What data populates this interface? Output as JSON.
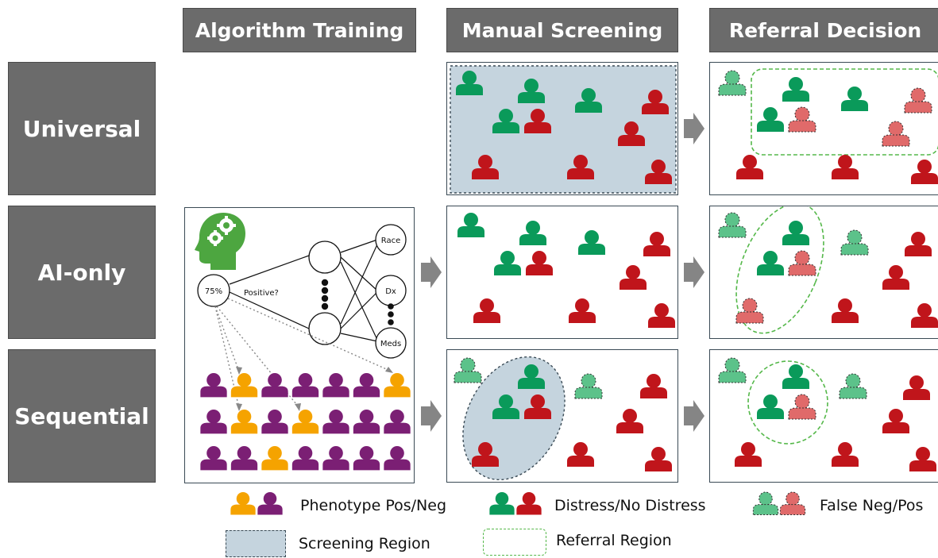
{
  "headers": {
    "algorithm_training": "Algorithm Training",
    "manual_screening": "Manual Screening",
    "referral_decision": "Referral Decision"
  },
  "rows": {
    "universal": "Universal",
    "ai_only": "AI-only",
    "sequential": "Sequential"
  },
  "algorithm": {
    "probability": "75%",
    "question": "Positive?",
    "features": [
      "Race",
      "Dx",
      "Meds"
    ]
  },
  "legend": {
    "phenotype": "Phenotype Pos/Neg",
    "distress": "Distress/No Distress",
    "false": "False Neg/Pos",
    "screening_region": "Screening Region",
    "referral_region": "Referral Region"
  },
  "colors": {
    "distress": "#0a9a5a",
    "no_distress": "#c0151b",
    "false_neg": "#5cc28a",
    "false_pos": "#e06a6a",
    "phenotype_pos": "#f5a300",
    "phenotype_neg": "#7b1f74",
    "screening_fill": "#c5d4de",
    "referral_border": "#55b84a",
    "header_bg": "#6b6b6b",
    "brain": "#4da640"
  }
}
